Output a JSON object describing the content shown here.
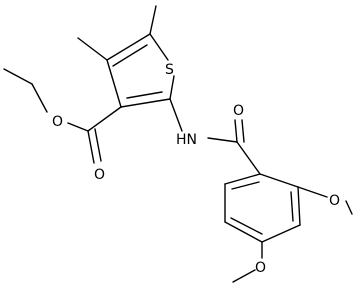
{
  "molecule": {
    "atom_labels": {
      "sulfur": "S",
      "amide_nitrogen": "HN",
      "amide_oxygen": "O",
      "ester_carbonyl_oxygen": "O",
      "ester_ether_oxygen": "O",
      "methoxy_oxygen_right": "O",
      "methoxy_oxygen_bottom": "O"
    },
    "colors": {
      "bond": "#000000",
      "label": "#000000",
      "background": "#ffffff"
    }
  }
}
